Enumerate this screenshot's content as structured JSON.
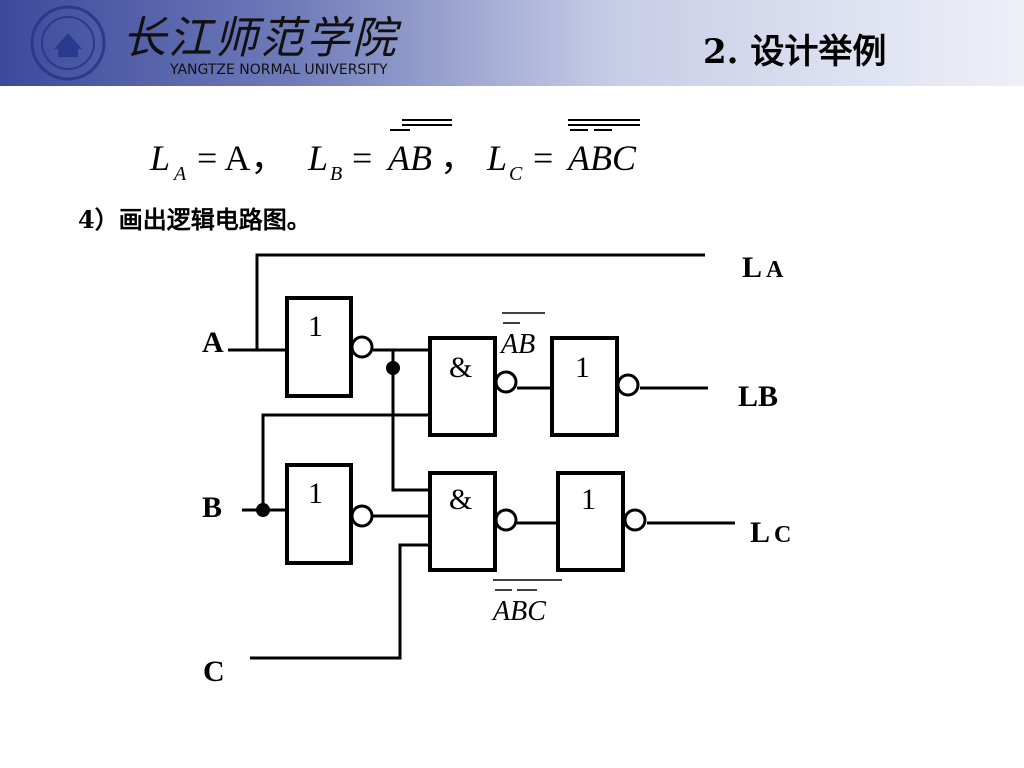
{
  "header": {
    "university_cn": "长江师范学院",
    "university_en": "YANGTZE NORMAL UNIVERSITY",
    "title": "2.  设计举例",
    "colors": {
      "band_dark": "#3c4a9c",
      "band_light": "#eef0f8"
    }
  },
  "equation": {
    "la_lhs": "L",
    "la_sub": "A",
    "la_rhs": "= A，",
    "lb_lhs": "L",
    "lb_sub": "B",
    "lb_rhs_eq": "=",
    "lb_rhs": "AB",
    "lb_sep": "，",
    "lc_lhs": "L",
    "lc_sub": "C",
    "lc_rhs_eq": "=",
    "lc_rhs": "ABC"
  },
  "step_label": "4）画出逻辑电路图。",
  "circuit": {
    "inputs": {
      "a": "A",
      "b": "B",
      "c": "C"
    },
    "outputs": {
      "la": "L",
      "la_small": "A",
      "lb": "LB",
      "lc": "L",
      "lc_small": "C"
    },
    "gates": {
      "not_a": "1",
      "nand_ab": "&",
      "not_ab": "1",
      "not_b": "1",
      "nand_abc": "&",
      "not_abc": "1"
    },
    "annotations": {
      "ab": "AB",
      "abc": "ABC"
    }
  }
}
